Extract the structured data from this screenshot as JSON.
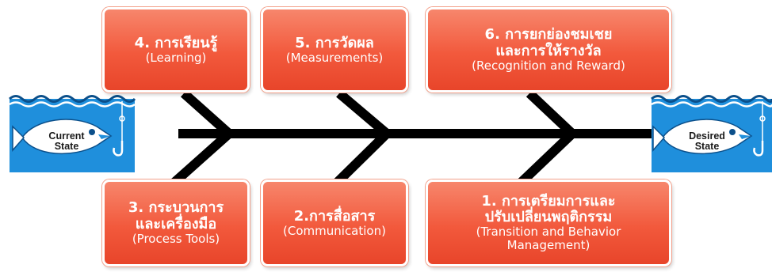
{
  "colors": {
    "box_fill": "#f2593c",
    "box_fill_light": "#f7866c",
    "box_text": "#ffffff",
    "bone": "#000000",
    "water": "#1f8fdc",
    "fish": "#ffffff"
  },
  "start": {
    "label_line1": "Current",
    "label_line2": "State",
    "icon": "fish-hook-icon"
  },
  "end": {
    "label_line1": "Desired",
    "label_line2": "State",
    "icon": "fish-hook-icon"
  },
  "categories": [
    {
      "id": "1",
      "th_lines": [
        "1. การเตรียมการและ",
        "ปรับเปลี่ยนพฤติกรรม"
      ],
      "en_lines": [
        "(Transition and Behavior",
        "Management)"
      ]
    },
    {
      "id": "2",
      "th_lines": [
        "2.การสื่อสาร"
      ],
      "en_lines": [
        "(Communication)"
      ]
    },
    {
      "id": "3",
      "th_lines": [
        "3. กระบวนการ",
        "และเครื่องมือ"
      ],
      "en_lines": [
        "(Process Tools)"
      ]
    },
    {
      "id": "4",
      "th_lines": [
        "4. การเรียนรู้"
      ],
      "en_lines": [
        "(Learning)"
      ]
    },
    {
      "id": "5",
      "th_lines": [
        "5. การวัดผล"
      ],
      "en_lines": [
        "(Measurements)"
      ]
    },
    {
      "id": "6",
      "th_lines": [
        "6. การยกย่องชมเชย",
        "และการให้รางวัล"
      ],
      "en_lines": [
        "(Recognition and Reward)"
      ]
    }
  ]
}
